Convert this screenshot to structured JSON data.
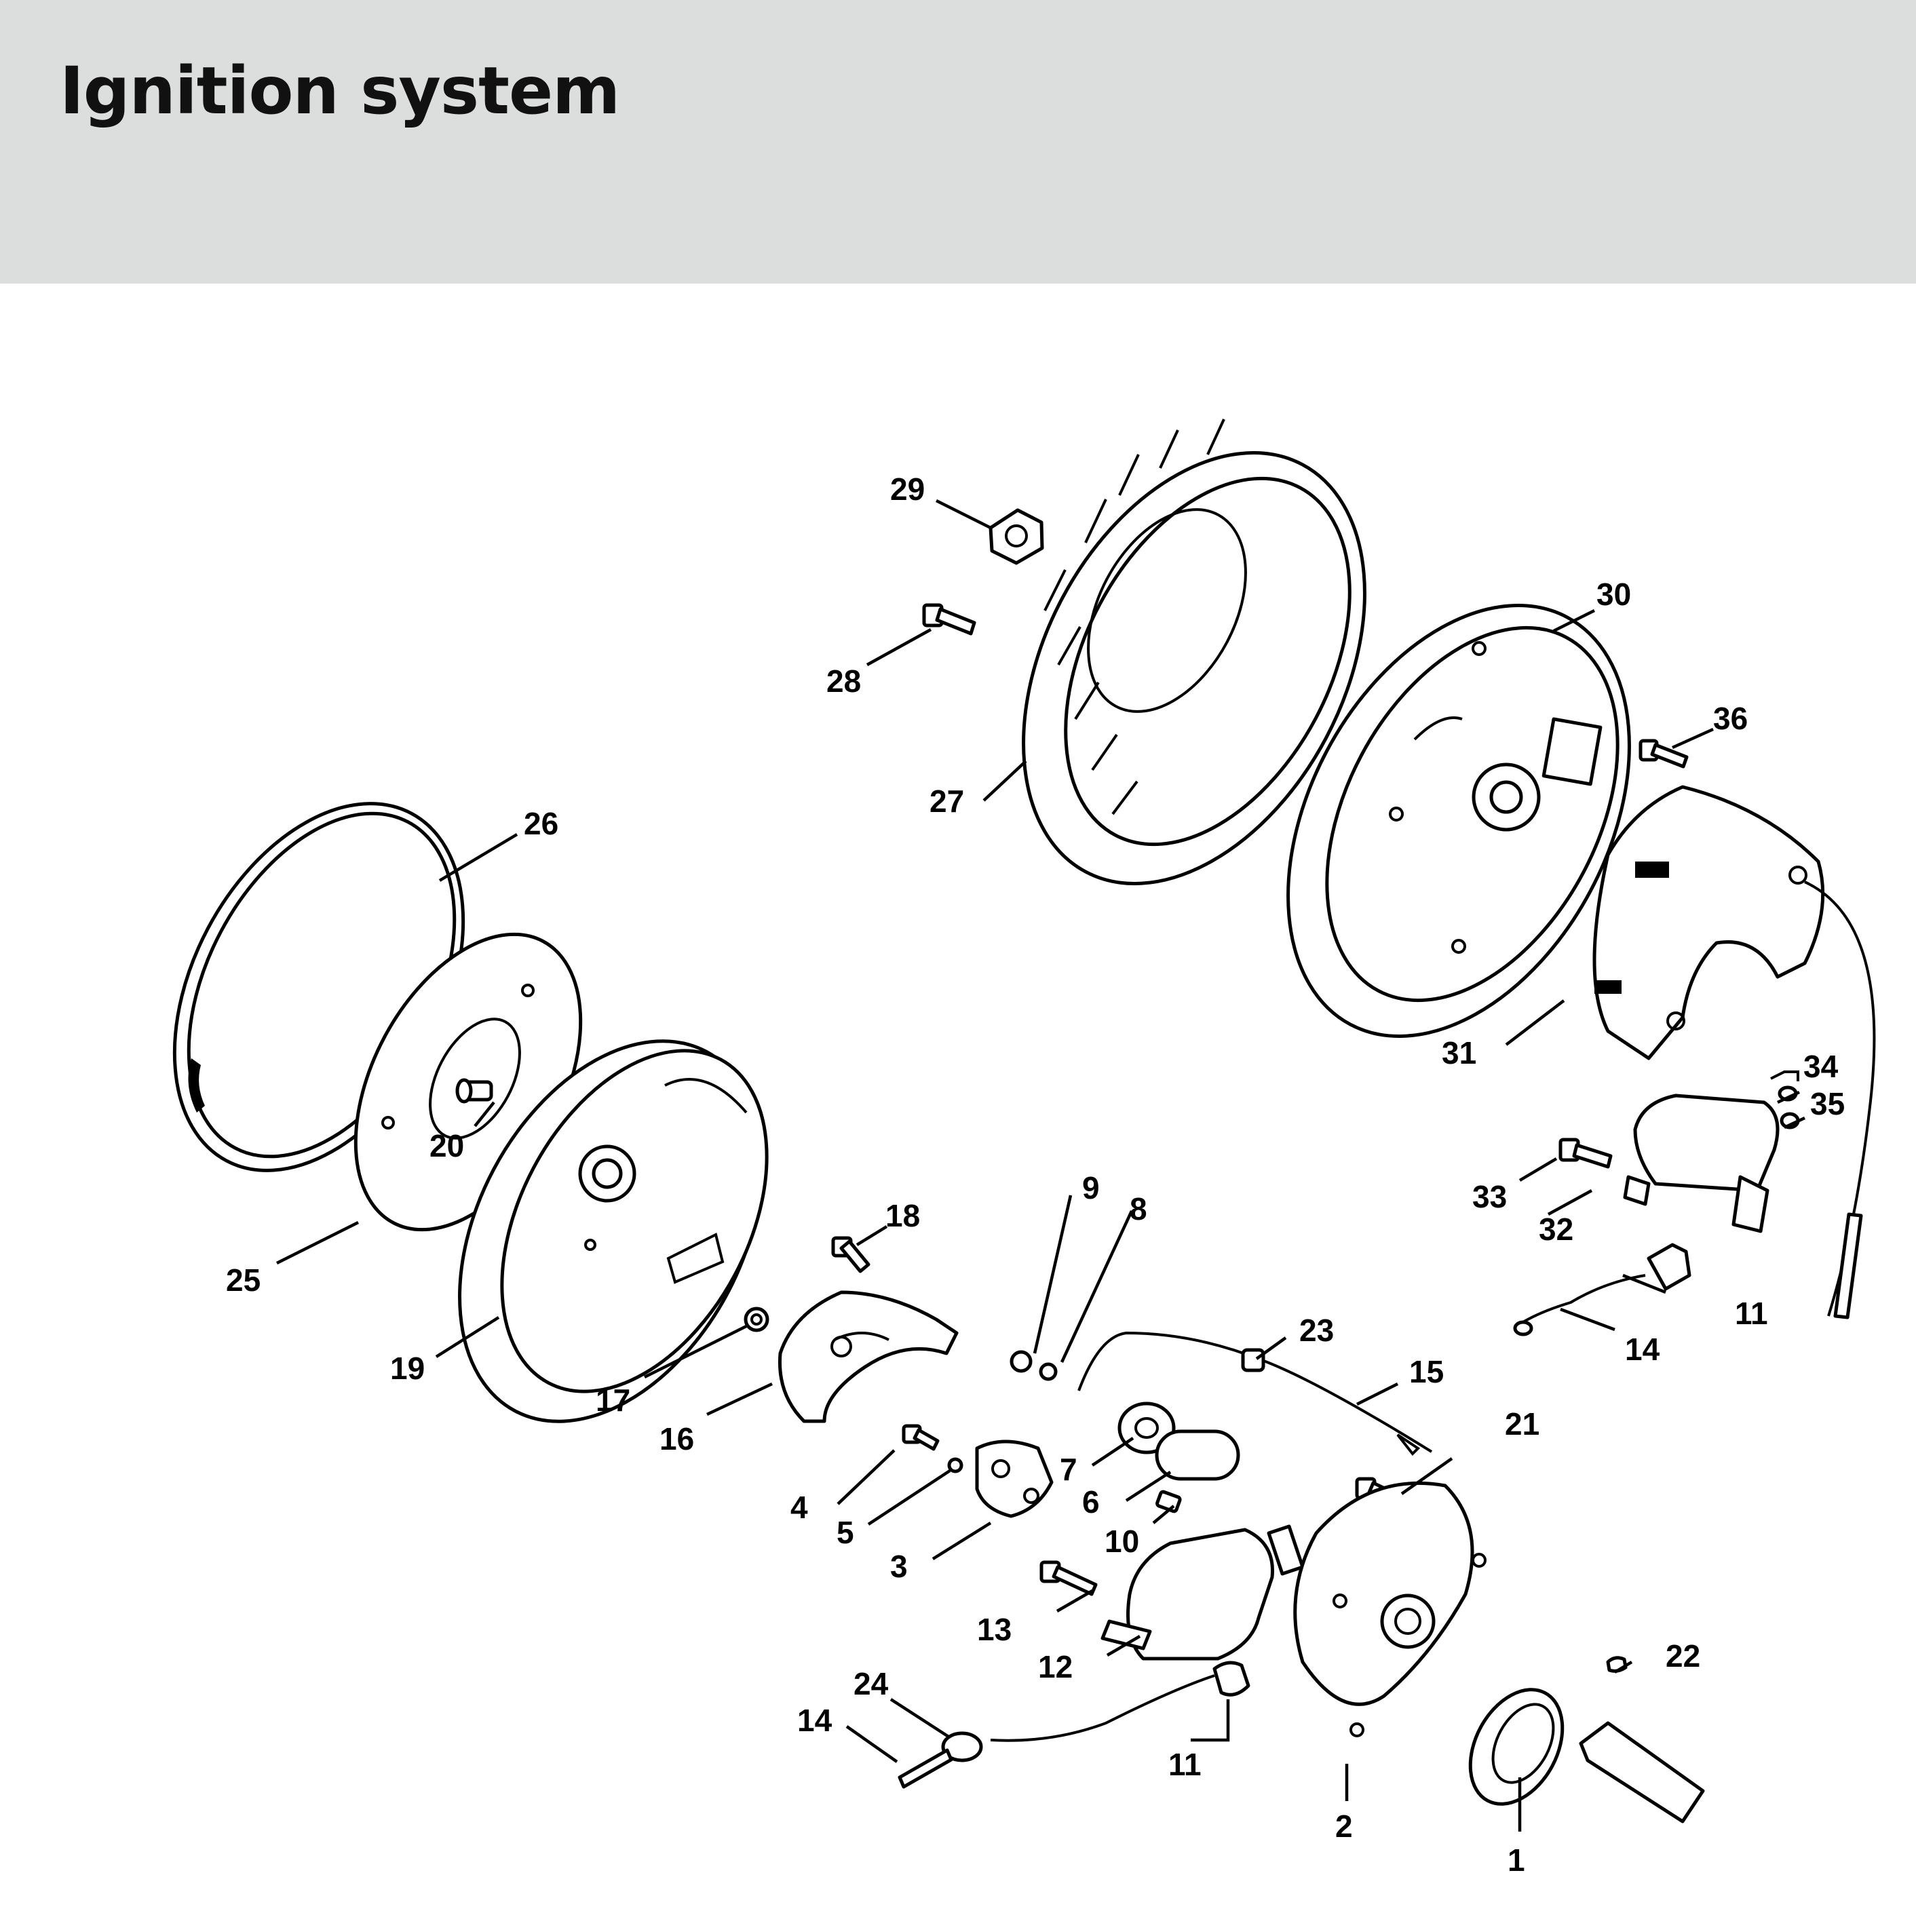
{
  "title": "Ignition system",
  "colors": {
    "header_band": "#dcdddd",
    "ink": "#000000",
    "background": "#ffffff"
  },
  "callouts": {
    "c1": "1",
    "c2": "2",
    "c3": "3",
    "c4": "4",
    "c5": "5",
    "c6": "6",
    "c7": "7",
    "c8": "8",
    "c9": "9",
    "c10": "10",
    "c11a": "11",
    "c11b": "11",
    "c12": "12",
    "c13": "13",
    "c14a": "14",
    "c14b": "14",
    "c15": "15",
    "c16": "16",
    "c17": "17",
    "c18": "18",
    "c19": "19",
    "c20": "20",
    "c21": "21",
    "c22": "22",
    "c23": "23",
    "c24": "24",
    "c25": "25",
    "c26": "26",
    "c27": "27",
    "c28": "28",
    "c29": "29",
    "c30": "30",
    "c31": "31",
    "c32": "32",
    "c33": "33",
    "c34": "34",
    "c35": "35",
    "c36": "36"
  }
}
